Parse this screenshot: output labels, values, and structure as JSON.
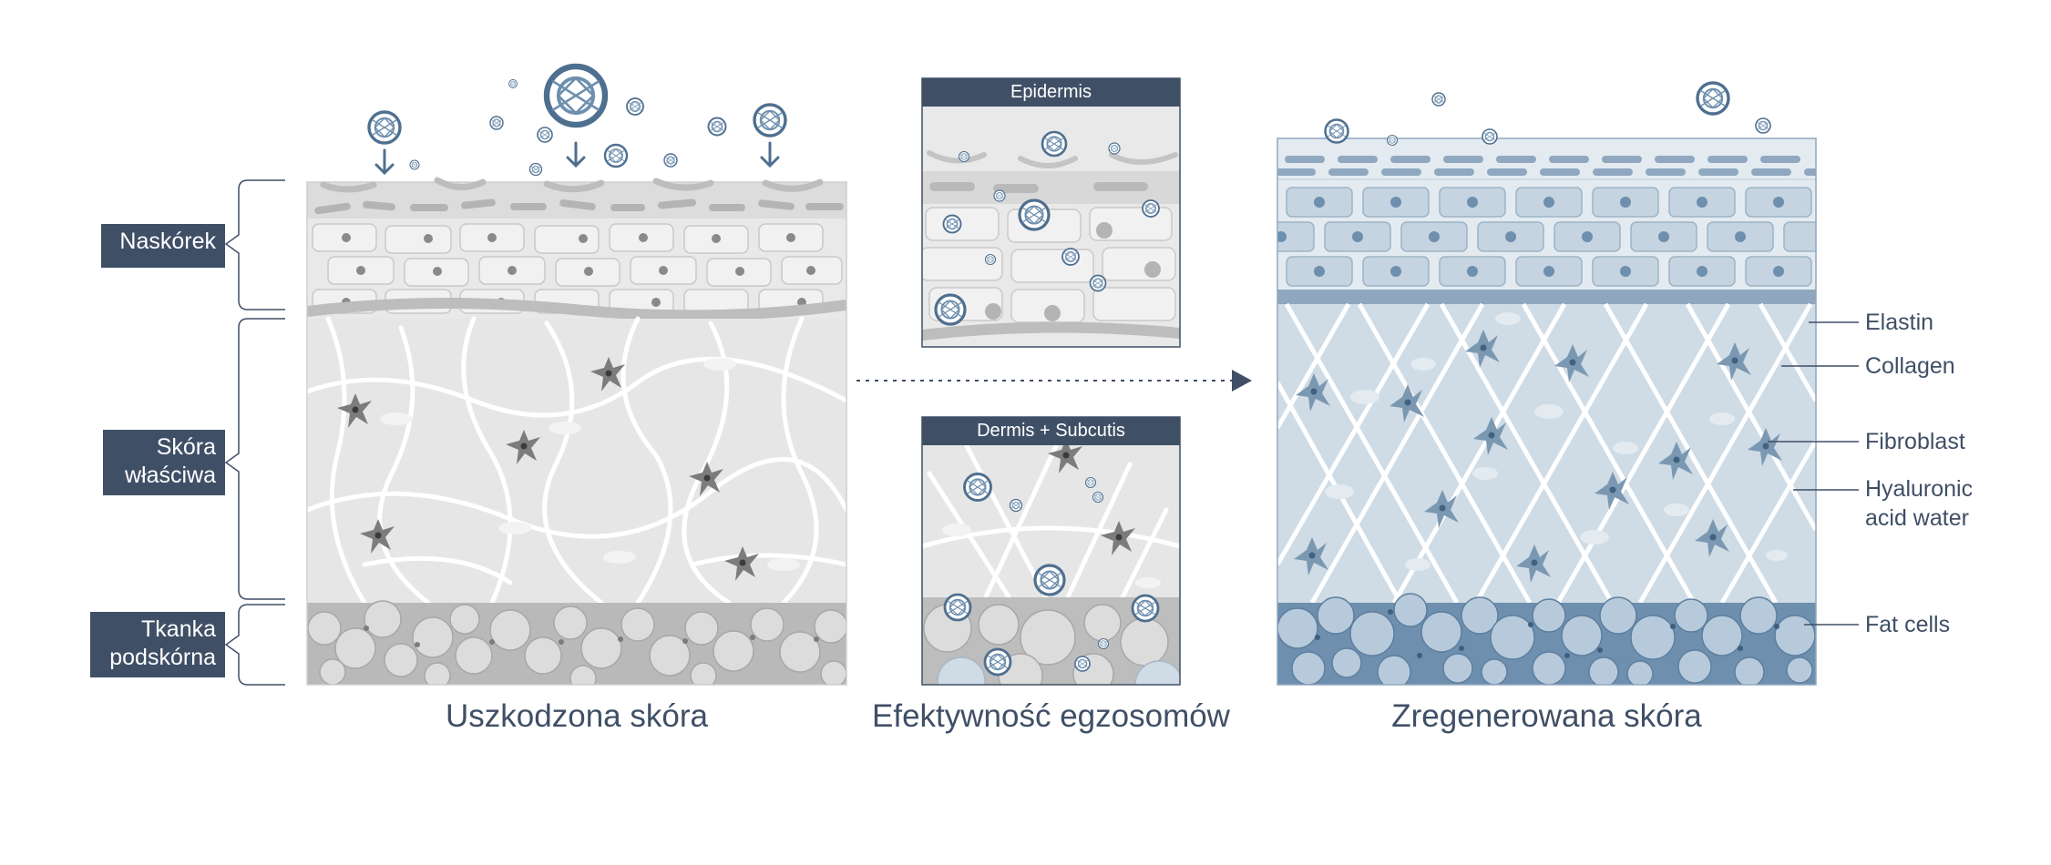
{
  "left_labels": {
    "epidermis": "Naskórek",
    "dermis_line1": "Skóra",
    "dermis_line2": "właściwa",
    "subcutis_line1": "Tkanka",
    "subcutis_line2": "podskórna"
  },
  "captions": {
    "damaged": "Uszkodzona skóra",
    "effect": "Efektywność egzosomów",
    "regenerated": "Zregenerowana skóra"
  },
  "inset_titles": {
    "epidermis": "Epidermis",
    "dermis": "Dermis + Subcutis"
  },
  "legend": {
    "elastin": "Elastin",
    "collagen": "Collagen",
    "fibroblast": "Fibroblast",
    "hyaluronic_line1": "Hyaluronic",
    "hyaluronic_line2": "acid water",
    "fat": "Fat cells"
  },
  "colors": {
    "navy": "#3f4f66",
    "accent_blue": "#4f6f8f",
    "healthy_tissue": "#cfdbe5",
    "damaged_tissue": "#e6e6e6",
    "fat_blue": "#6e8fae",
    "fat_gray": "#b9b9b9"
  }
}
